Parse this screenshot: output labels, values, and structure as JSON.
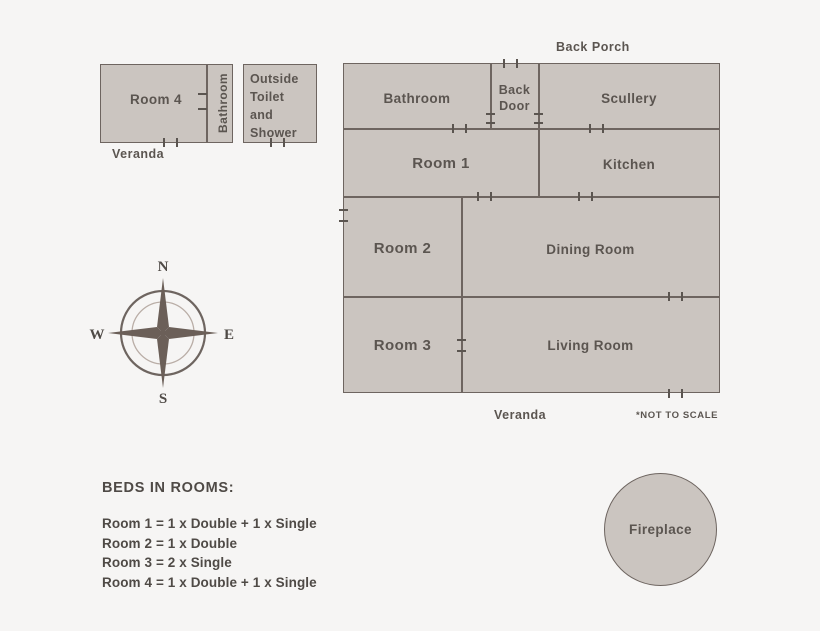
{
  "page": {
    "title": "House Floor Plan",
    "background_color": "#f6f5f4",
    "room_fill_color": "#cbc5c0",
    "wall_color": "#6e6560",
    "text_color": "#5b5550"
  },
  "left_block": {
    "room4_label": "Room 4",
    "bathroom_label": "Bathroom",
    "veranda_label": "Veranda",
    "outside_block_label": "Outside\nToilet\nand\nShower"
  },
  "main_plan": {
    "back_porch_label": "Back Porch",
    "veranda_label": "Veranda",
    "not_to_scale_label": "*NOT TO SCALE",
    "rooms": [
      {
        "key": "bathroom",
        "label": "Bathroom"
      },
      {
        "key": "back-door",
        "label": "Back\nDoor"
      },
      {
        "key": "scullery",
        "label": "Scullery"
      },
      {
        "key": "room1",
        "label": "Room 1"
      },
      {
        "key": "kitchen",
        "label": "Kitchen"
      },
      {
        "key": "room2",
        "label": "Room 2"
      },
      {
        "key": "dining-room",
        "label": "Dining Room"
      },
      {
        "key": "room3",
        "label": "Room 3"
      },
      {
        "key": "living-room",
        "label": "Living Room"
      }
    ]
  },
  "compass": {
    "north": "N",
    "south": "S",
    "east": "E",
    "west": "W"
  },
  "legend": {
    "title": "BEDS IN ROOMS:",
    "lines": [
      "Room 1 = 1 x Double + 1 x Single",
      "Room 2 = 1 x Double",
      "Room 3 = 2 x Single",
      "Room 4 = 1 x Double + 1 x Single"
    ]
  },
  "fireplace": {
    "label": "Fireplace"
  }
}
